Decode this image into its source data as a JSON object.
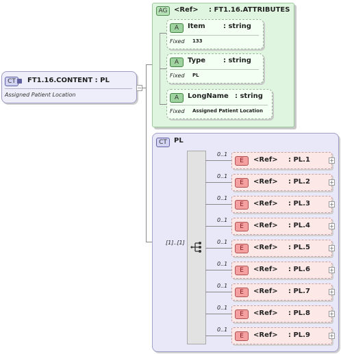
{
  "content": {
    "badge": "CT",
    "title": "FT1.16.CONTENT : PL",
    "description": "Assigned Patient Location"
  },
  "attributes_group": {
    "badge": "AG",
    "ref": "<Ref>",
    "name": ": FT1.16.ATTRIBUTES",
    "attributes": [
      {
        "badge": "A",
        "name": "Item",
        "type": ": string",
        "fixed_label": "Fixed",
        "fixed_value": "133"
      },
      {
        "badge": "A",
        "name": "Type",
        "type": ": string",
        "fixed_label": "Fixed",
        "fixed_value": "PL"
      },
      {
        "badge": "A",
        "name": "LongName",
        "type": ": string",
        "fixed_label": "Fixed",
        "fixed_value": "Assigned Patient Location"
      }
    ]
  },
  "complex_type": {
    "badge": "CT",
    "name": "PL",
    "sequence_multiplicity": "[1]..[1]",
    "elements": [
      {
        "multiplicity": "0..1",
        "badge": "E",
        "ref": "<Ref>",
        "name": ": PL.1"
      },
      {
        "multiplicity": "0..1",
        "badge": "E",
        "ref": "<Ref>",
        "name": ": PL.2"
      },
      {
        "multiplicity": "0..1",
        "badge": "E",
        "ref": "<Ref>",
        "name": ": PL.3"
      },
      {
        "multiplicity": "0..1",
        "badge": "E",
        "ref": "<Ref>",
        "name": ": PL.4"
      },
      {
        "multiplicity": "0..1",
        "badge": "E",
        "ref": "<Ref>",
        "name": ": PL.5"
      },
      {
        "multiplicity": "0..1",
        "badge": "E",
        "ref": "<Ref>",
        "name": ": PL.6"
      },
      {
        "multiplicity": "0..1",
        "badge": "E",
        "ref": "<Ref>",
        "name": ": PL.7"
      },
      {
        "multiplicity": "0..1",
        "badge": "E",
        "ref": "<Ref>",
        "name": ": PL.8"
      },
      {
        "multiplicity": "0..1",
        "badge": "E",
        "ref": "<Ref>",
        "name": ": PL.9"
      }
    ]
  },
  "colors": {
    "content_bg": "#eeeefa",
    "group_bg": "#dff5df",
    "complex_bg": "#e8e8f8",
    "element_bg": "#fde8e8"
  }
}
